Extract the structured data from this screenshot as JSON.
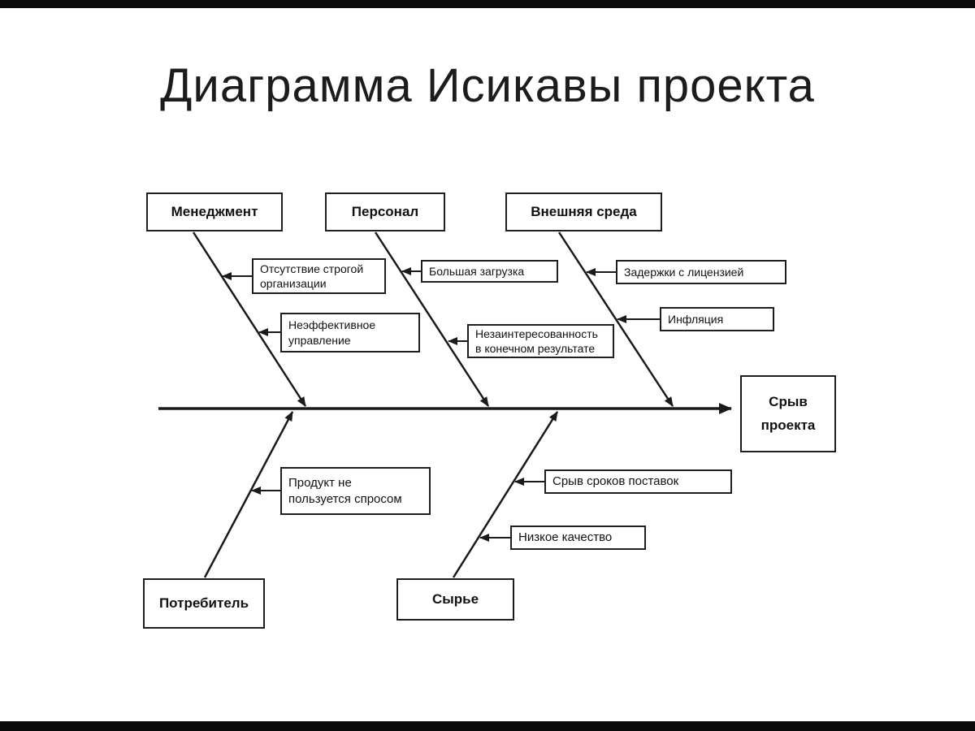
{
  "title": "Диаграмма Исикавы проекта",
  "effect": {
    "label": "Срыв\nпроекта"
  },
  "categories": [
    {
      "id": "management",
      "label": "Менеджмент"
    },
    {
      "id": "personnel",
      "label": "Персонал"
    },
    {
      "id": "environment",
      "label": "Внешняя среда"
    },
    {
      "id": "consumer",
      "label": "Потребитель"
    },
    {
      "id": "materials",
      "label": "Сырье"
    }
  ],
  "causes": [
    {
      "id": "no-strict-organization",
      "label": "Отсутствие строгой\nорганизации"
    },
    {
      "id": "ineffective-management",
      "label": "Неэффективное\nуправление"
    },
    {
      "id": "heavy-workload",
      "label": "Большая загрузка"
    },
    {
      "id": "disinterest-in-result",
      "label": "Незаинтересованность\nв конечном результате"
    },
    {
      "id": "license-delays",
      "label": "Задержки с лицензией"
    },
    {
      "id": "inflation",
      "label": "Инфляция"
    },
    {
      "id": "product-not-in-demand",
      "label": "Продукт не\nпользуется спросом"
    },
    {
      "id": "supply-deadline-failure",
      "label": "Срыв сроков поставок"
    },
    {
      "id": "low-quality",
      "label": "Низкое качество"
    }
  ],
  "colors": {
    "line": "#1a1a1a",
    "box_border": "#1f1f1f",
    "background": "#ffffff",
    "frame_bar": "#0a0a0a"
  }
}
